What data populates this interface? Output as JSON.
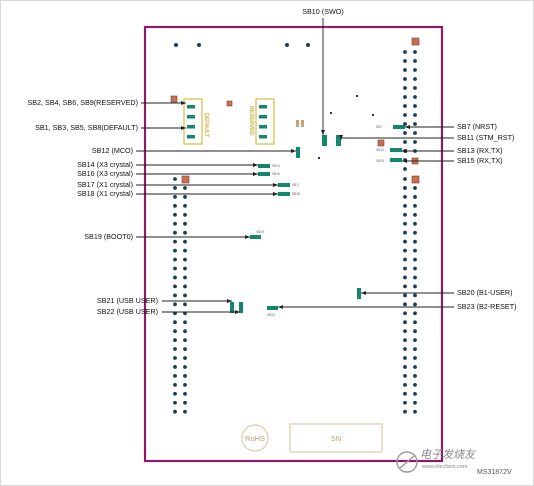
{
  "diagram": {
    "callouts_left": [
      "SB2, SB4, SB6, SB9(RESERVED)",
      "SB1, SB3, SB5, SB8(DEFAULT)",
      "SB12 (MCO)",
      "SB14 (X3 crystal)",
      "SB16 (X3 crystal)",
      "SB17 (X1 crystal)",
      "SB18 (X1 crystal)",
      "SB19 (BOOT0)",
      "SB21 (USB USER)",
      "SB22 (USB USER)"
    ],
    "callouts_right": [
      "SB7 (NRST)",
      "SB11 (STM_RST)",
      "SB13 (RX,TX)",
      "SB15 (RX,TX)",
      "SB20 (B1-USER)",
      "SB23 (B2-RESET)"
    ],
    "callout_top": "SB10 (SWO)",
    "jumper_block_labels": [
      "DEFAULT",
      "RESERVED"
    ],
    "board_marks": {
      "rohs": "RoHS",
      "sn": "SN"
    },
    "watermark": "电子发烧友",
    "watermark_url": "www.elecfans.com",
    "figure_tag": "MS31872V"
  },
  "colors": {
    "board_outline": "#8b1a6b",
    "pad_teal": "#14866e",
    "via_dark": "#1d3e57",
    "pad_red": "#c97058",
    "jumper_yellow": "#d9c34f",
    "leader": "#222222"
  }
}
